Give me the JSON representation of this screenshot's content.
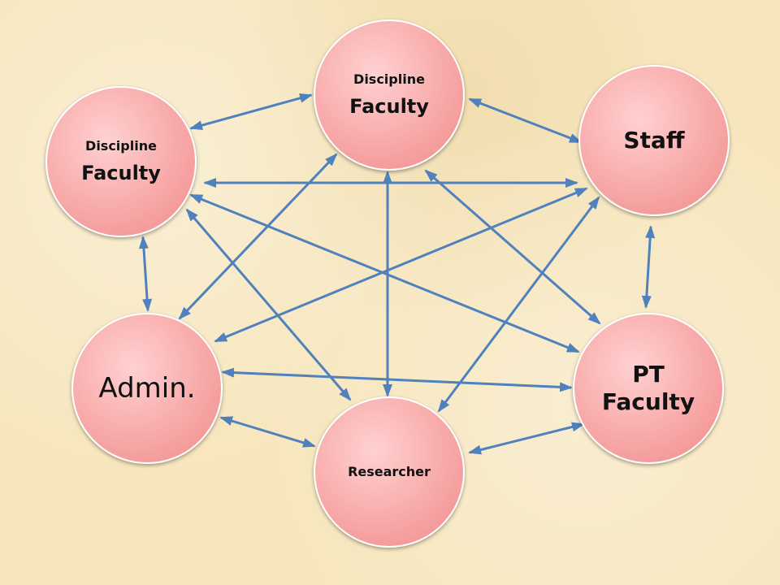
{
  "nodes": {
    "top": {
      "sub": "Discipline",
      "main": "Faculty"
    },
    "left": {
      "sub": "Discipline",
      "main": "Faculty"
    },
    "staff": {
      "main": "Staff"
    },
    "admin": {
      "main": "Admin."
    },
    "researcher": {
      "main": "Researcher"
    },
    "pt": {
      "line1": "PT",
      "line2": "Faculty"
    }
  },
  "colors": {
    "background": "#f7e6bd",
    "node_fill": "#f8a9a9",
    "arrow": "#4f81bd"
  }
}
